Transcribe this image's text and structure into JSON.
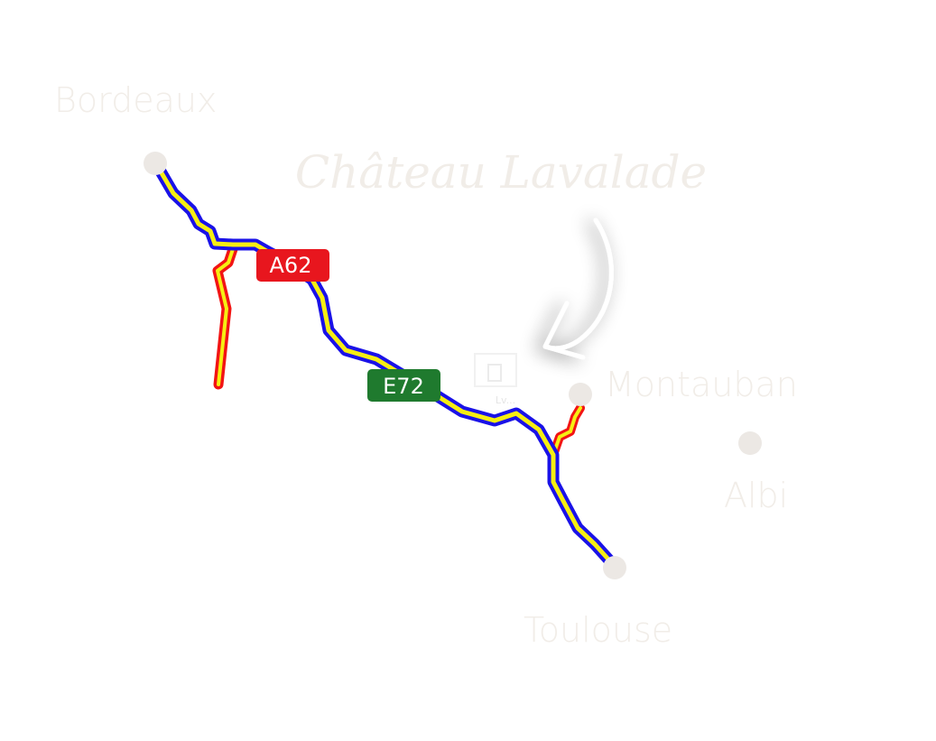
{
  "map": {
    "title": "Château Lavalade",
    "colors": {
      "background": "#ffffff",
      "label": "#f1ede8",
      "city_dot": "#ece8e4",
      "route_outer": "#1a12e8",
      "route_inner": "#f6ee12",
      "branch_outer": "#f21414",
      "shield_a62": "#e8161e",
      "shield_e72": "#1f7a2e",
      "arrow": "#ffffff"
    },
    "cities": [
      {
        "id": "bordeaux",
        "name": "Bordeaux"
      },
      {
        "id": "montauban",
        "name": "Montauban"
      },
      {
        "id": "albi",
        "name": "Albi"
      },
      {
        "id": "toulouse",
        "name": "Toulouse"
      }
    ],
    "roads": [
      {
        "id": "a62",
        "ref": "A62"
      },
      {
        "id": "e72",
        "ref": "E72"
      }
    ],
    "marker": {
      "icon": "chateau-icon",
      "caption": "Lv..."
    }
  }
}
